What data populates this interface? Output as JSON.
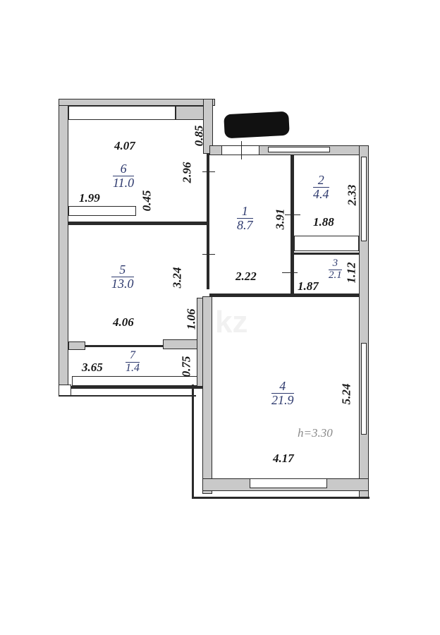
{
  "plan": {
    "ceiling_height": "h=3.30",
    "watermark": "kz",
    "rooms": [
      {
        "id": "1",
        "area": "8.7"
      },
      {
        "id": "2",
        "area": "4.4"
      },
      {
        "id": "3",
        "area": "2.1"
      },
      {
        "id": "4",
        "area": "21.9"
      },
      {
        "id": "5",
        "area": "13.0"
      },
      {
        "id": "6",
        "area": "11.0"
      },
      {
        "id": "7",
        "area": "1.4"
      }
    ],
    "dimensions": {
      "r6_width": "4.07",
      "r6_depth": "2.96",
      "r6_door": "0.85",
      "r6_closet_width": "1.99",
      "r6_closet_depth": "0.45",
      "r1_depth": "3.91",
      "r1_width": "2.22",
      "r2_width": "1.88",
      "r2_depth": "2.33",
      "r3_width": "1.87",
      "r3_depth": "1.12",
      "r5_depth": "3.24",
      "r5_width": "4.06",
      "r5_door": "1.06",
      "r7_width": "3.65",
      "r7_depth": "0.75",
      "r4_depth": "5.24",
      "r4_width": "4.17"
    }
  }
}
